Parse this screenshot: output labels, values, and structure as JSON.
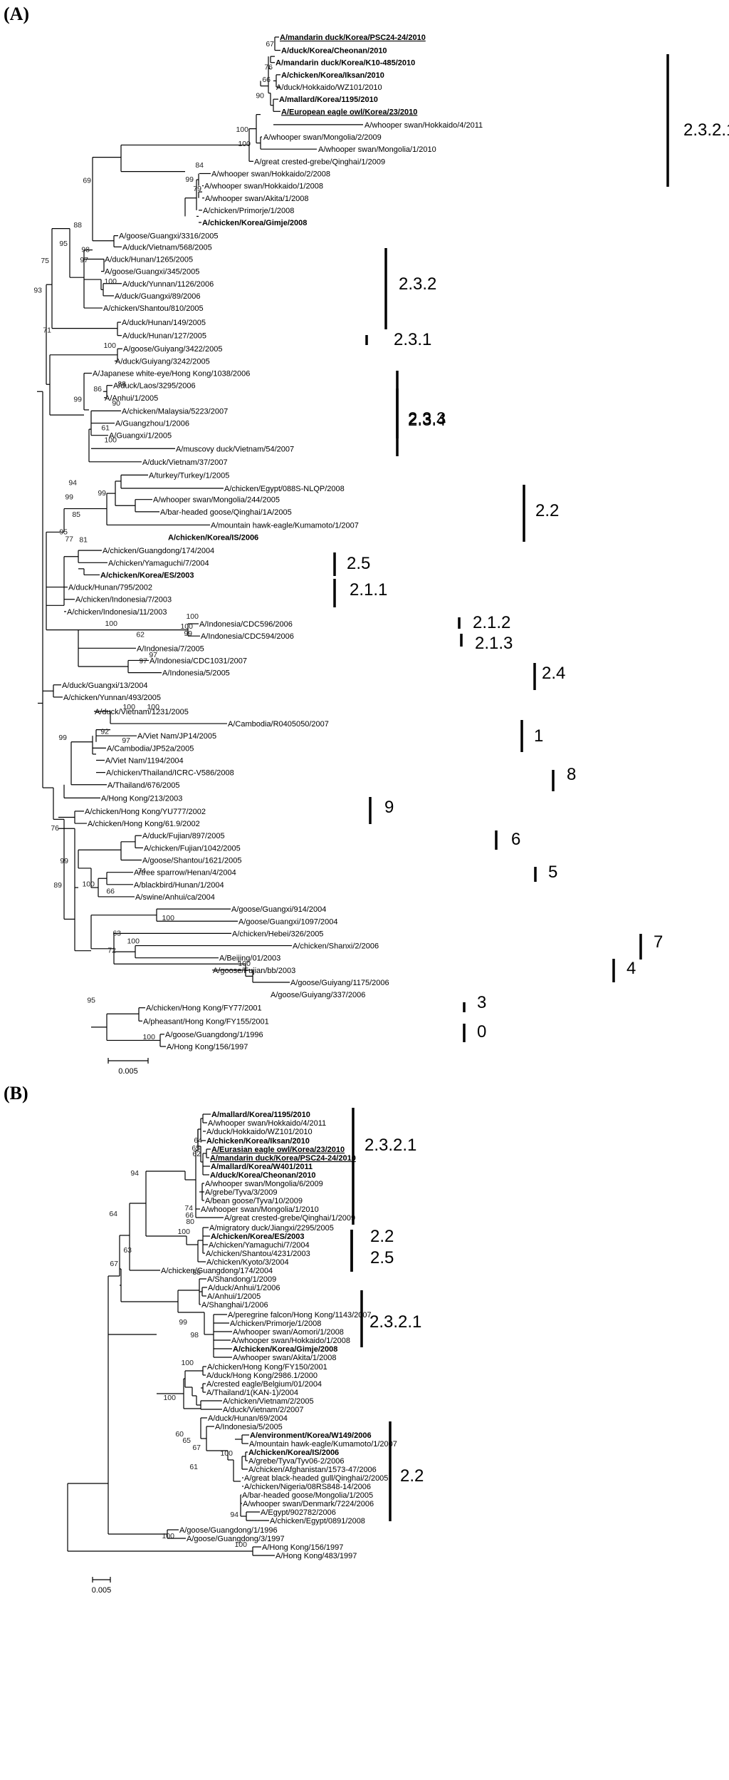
{
  "panels": [
    {
      "label": "(A)",
      "taxa": [
        {
          "name": "A/mandarin duck/Korea/PSC24-24/2010",
          "bold": true,
          "underline": true
        },
        {
          "name": "A/duck/Korea/Cheonan/2010",
          "bold": true
        },
        {
          "name": "A/mandarin duck/Korea/K10-485/2010",
          "bold": true
        },
        {
          "name": "A/chicken/Korea/Iksan/2010",
          "bold": true
        },
        {
          "name": "A/duck/Hokkaido/WZ101/2010"
        },
        {
          "name": "A/mallard/Korea/1195/2010",
          "bold": true
        },
        {
          "name": "A/European eagle owl/Korea/23/2010",
          "bold": true,
          "underline": true
        },
        {
          "name": "A/whooper swan/Hokkaido/4/2011"
        },
        {
          "name": "A/whooper swan/Mongolia/2/2009"
        },
        {
          "name": "A/whooper swan/Mongolia/1/2010"
        },
        {
          "name": "A/great crested-grebe/Qinghai/1/2009"
        },
        {
          "name": "A/whooper swan/Hokkaido/2/2008"
        },
        {
          "name": "A/whooper swan/Hokkaido/1/2008"
        },
        {
          "name": "A/whooper swan/Akita/1/2008"
        },
        {
          "name": "A/chicken/Primorje/1/2008"
        },
        {
          "name": "A/chicken/Korea/Gimje/2008",
          "bold": true
        },
        {
          "name": "A/goose/Guangxi/3316/2005"
        },
        {
          "name": "A/duck/Vietnam/568/2005"
        },
        {
          "name": "A/duck/Hunan/1265/2005"
        },
        {
          "name": "A/goose/Guangxi/345/2005"
        },
        {
          "name": "A/duck/Yunnan/1126/2006"
        },
        {
          "name": "A/duck/Guangxi/89/2006"
        },
        {
          "name": "A/chicken/Shantou/810/2005"
        },
        {
          "name": "A/duck/Hunan/149/2005"
        },
        {
          "name": "A/duck/Hunan/127/2005"
        },
        {
          "name": "A/goose/Guiyang/3422/2005"
        },
        {
          "name": "A/duck/Guiyang/3242/2005"
        },
        {
          "name": "A/Japanese white-eye/Hong Kong/1038/2006"
        },
        {
          "name": "A/duck/Laos/3295/2006"
        },
        {
          "name": "A/Anhui/1/2005"
        },
        {
          "name": "A/chicken/Malaysia/5223/2007"
        },
        {
          "name": "A/Guangzhou/1/2006"
        },
        {
          "name": "A/Guangxi/1/2005"
        },
        {
          "name": "A/muscovy duck/Vietnam/54/2007"
        },
        {
          "name": "A/duck/Vietnam/37/2007"
        },
        {
          "name": "A/turkey/Turkey/1/2005"
        },
        {
          "name": "A/chicken/Egypt/088S-NLQP/2008"
        },
        {
          "name": "A/whooper swan/Mongolia/244/2005"
        },
        {
          "name": "A/bar-headed goose/Qinghai/1A/2005"
        },
        {
          "name": "A/mountain hawk-eagle/Kumamoto/1/2007"
        },
        {
          "name": "A/chicken/Korea/IS/2006",
          "bold": true
        },
        {
          "name": "A/chicken/Guangdong/174/2004"
        },
        {
          "name": "A/chicken/Yamaguchi/7/2004"
        },
        {
          "name": "A/chicken/Korea/ES/2003",
          "bold": true
        },
        {
          "name": "A/duck/Hunan/795/2002"
        },
        {
          "name": "A/chicken/Indonesia/7/2003"
        },
        {
          "name": "A/chicken/Indonesia/11/2003"
        },
        {
          "name": "A/Indonesia/CDC596/2006"
        },
        {
          "name": "A/Indonesia/CDC594/2006"
        },
        {
          "name": "A/Indonesia/7/2005"
        },
        {
          "name": "A/Indonesia/CDC1031/2007"
        },
        {
          "name": "A/Indonesia/5/2005"
        },
        {
          "name": "A/duck/Guangxi/13/2004"
        },
        {
          "name": "A/chicken/Yunnan/493/2005"
        },
        {
          "name": "A/duck/Vietnam/1231/2005"
        },
        {
          "name": "A/Cambodia/R0405050/2007"
        },
        {
          "name": "A/Viet Nam/JP14/2005"
        },
        {
          "name": "A/Cambodia/JP52a/2005"
        },
        {
          "name": "A/Viet Nam/1194/2004"
        },
        {
          "name": "A/chicken/Thailand/ICRC-V586/2008"
        },
        {
          "name": "A/Thailand/676/2005"
        },
        {
          "name": "A/Hong Kong/213/2003"
        },
        {
          "name": "A/chicken/Hong Kong/YU777/2002"
        },
        {
          "name": "A/chicken/Hong Kong/61.9/2002"
        },
        {
          "name": "A/duck/Fujian/897/2005"
        },
        {
          "name": "A/chicken/Fujian/1042/2005"
        },
        {
          "name": "A/goose/Shantou/1621/2005"
        },
        {
          "name": "A/tree sparrow/Henan/4/2004"
        },
        {
          "name": "A/blackbird/Hunan/1/2004"
        },
        {
          "name": "A/swine/Anhui/ca/2004"
        },
        {
          "name": "A/goose/Guangxi/914/2004"
        },
        {
          "name": "A/goose/Guangxi/1097/2004"
        },
        {
          "name": "A/chicken/Hebei/326/2005"
        },
        {
          "name": "A/chicken/Shanxi/2/2006"
        },
        {
          "name": "A/Beijing/01/2003"
        },
        {
          "name": "A/goose/Fujian/bb/2003"
        },
        {
          "name": "A/goose/Guiyang/1175/2006"
        },
        {
          "name": "A/goose/Guiyang/337/2006"
        },
        {
          "name": "A/chicken/Hong Kong/FY77/2001"
        },
        {
          "name": "A/pheasant/Hong Kong/FY155/2001"
        },
        {
          "name": "A/goose/Guangdong/1/1996"
        },
        {
          "name": "A/Hong Kong/156/1997"
        }
      ],
      "bootstrap": [
        "67",
        "76",
        "66",
        "90",
        "100",
        "100",
        "84",
        "99",
        "79",
        "69",
        "88",
        "95",
        "98",
        "97",
        "75",
        "100",
        "93",
        "71",
        "100",
        "99",
        "86",
        "88",
        "90",
        "61",
        "100",
        "94",
        "99",
        "99",
        "85",
        "95",
        "81",
        "100",
        "77",
        "100",
        "97",
        "100",
        "99",
        "97",
        "62",
        "99",
        "100",
        "92",
        "97",
        "100",
        "76",
        "99",
        "74",
        "66",
        "100",
        "89",
        "100",
        "63",
        "72",
        "100",
        "100",
        "95",
        "100"
      ],
      "clades": [
        "2.3.2.1",
        "2.3.2",
        "2.3.1",
        "2.3.3",
        "2.3.4",
        "2.2",
        "2.5",
        "2.1.1",
        "2.1.2",
        "2.1.3",
        "2.4",
        "1",
        "8",
        "9",
        "6",
        "5",
        "7",
        "4",
        "3",
        "0"
      ],
      "scale": "0.005"
    },
    {
      "label": "(B)",
      "taxa": [
        {
          "name": "A/mallard/Korea/1195/2010",
          "bold": true
        },
        {
          "name": "A/whooper swan/Hokkaido/4/2011"
        },
        {
          "name": "A/duck/Hokkaido/WZ101/2010"
        },
        {
          "name": "A/chicken/Korea/Iksan/2010",
          "bold": true
        },
        {
          "name": "A/Eurasian eagle owl/Korea/23/2010",
          "bold": true,
          "underline": true
        },
        {
          "name": "A/mandarin duck/Korea/PSC24-24/2010",
          "bold": true,
          "underline": true
        },
        {
          "name": "A/mallard/Korea/W401/2011",
          "bold": true
        },
        {
          "name": "A/duck/Korea/Cheonan/2010",
          "bold": true
        },
        {
          "name": "A/whooper swan/Mongolia/6/2009"
        },
        {
          "name": "A/grebe/Tyva/3/2009"
        },
        {
          "name": "A/bean goose/Tyva/10/2009"
        },
        {
          "name": "A/whooper swan/Mongolia/1/2010"
        },
        {
          "name": "A/great crested-grebe/Qinghai/1/2009"
        },
        {
          "name": "A/migratory duck/Jiangxi/2295/2005"
        },
        {
          "name": "A/chicken/Korea/ES/2003",
          "bold": true
        },
        {
          "name": "A/chicken/Yamaguchi/7/2004"
        },
        {
          "name": "A/chicken/Shantou/4231/2003"
        },
        {
          "name": "A/chicken/Kyoto/3/2004"
        },
        {
          "name": "A/chicken/Guangdong/174/2004"
        },
        {
          "name": "A/Shandong/1/2009"
        },
        {
          "name": "A/duck/Anhui/1/2006"
        },
        {
          "name": "A/Anhui/1/2005"
        },
        {
          "name": "A/Shanghai/1/2006"
        },
        {
          "name": "A/peregrine falcon/Hong Kong/1143/2007"
        },
        {
          "name": "A/chicken/Primorje/1/2008"
        },
        {
          "name": "A/whooper swan/Aomori/1/2008"
        },
        {
          "name": "A/whooper swan/Hokkaido/1/2008"
        },
        {
          "name": "A/chicken/Korea/Gimje/2008",
          "bold": true
        },
        {
          "name": "A/whooper swan/Akita/1/2008"
        },
        {
          "name": "A/chicken/Hong Kong/FY150/2001"
        },
        {
          "name": "A/duck/Hong Kong/2986.1/2000"
        },
        {
          "name": "A/crested eagle/Belgium/01/2004"
        },
        {
          "name": "A/Thailand/1(KAN-1)/2004"
        },
        {
          "name": "A/chicken/Vietnam/2/2005"
        },
        {
          "name": "A/duck/Vietnam/2/2007"
        },
        {
          "name": "A/duck/Hunan/69/2004"
        },
        {
          "name": "A/Indonesia/5/2005"
        },
        {
          "name": "A/environment/Korea/W149/2006",
          "bold": true
        },
        {
          "name": "A/mountain hawk-eagle/Kumamoto/1/2007"
        },
        {
          "name": "A/chicken/Korea/IS/2006",
          "bold": true
        },
        {
          "name": "A/grebe/Tyva/Tyv06-2/2006"
        },
        {
          "name": "A/chicken/Afghanistan/1573-47/2006"
        },
        {
          "name": "A/great black-headed gull/Qinghai/2/2005"
        },
        {
          "name": "A/chicken/Nigeria/08RS848-14/2006"
        },
        {
          "name": "A/bar-headed goose/Mongolia/1/2005"
        },
        {
          "name": "A/whooper swan/Denmark/7224/2006"
        },
        {
          "name": "A/Egypt/902782/2006"
        },
        {
          "name": "A/chicken/Egypt/0891/2008"
        },
        {
          "name": "A/goose/Guangdong/1/1996"
        },
        {
          "name": "A/goose/Guangdong/3/1997"
        },
        {
          "name": "A/Hong Kong/156/1997"
        },
        {
          "name": "A/Hong Kong/483/1997"
        }
      ],
      "bootstrap": [
        "64",
        "65",
        "62",
        "94",
        "74",
        "66",
        "80",
        "100",
        "64",
        "63",
        "88",
        "99",
        "98",
        "67",
        "100",
        "100",
        "60",
        "65",
        "67",
        "61",
        "100",
        "94",
        "100",
        "100"
      ],
      "clades": [
        "2.3.2.1",
        "2.2",
        "2.5",
        "2.3.2.1",
        "2.2"
      ],
      "scale": "0.005"
    }
  ]
}
